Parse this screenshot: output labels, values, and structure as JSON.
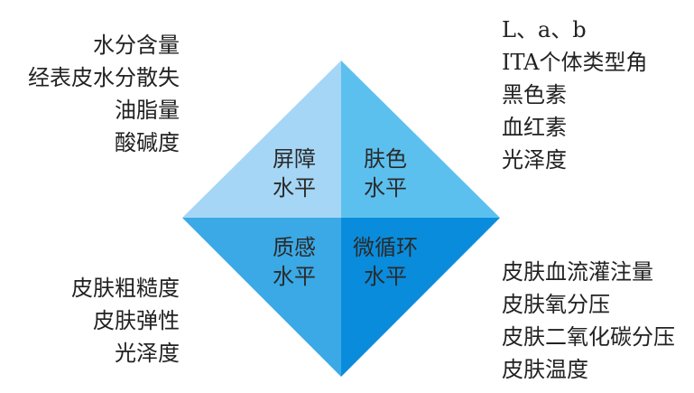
{
  "colors": {
    "top_left": "#a6d6f5",
    "top_right": "#5cc0ef",
    "bottom_left": "#3aa9e6",
    "bottom_right": "#0a8cdc"
  },
  "quadrants": {
    "top_left": {
      "line1": "屏障",
      "line2": "水平"
    },
    "top_right": {
      "line1": "肤色",
      "line2": "水平"
    },
    "bottom_left": {
      "line1": "质感",
      "line2": "水平"
    },
    "bottom_right": {
      "line1": "微循环",
      "line2": "水平"
    }
  },
  "lists": {
    "top_left": [
      "水分含量",
      "经表皮水分散失",
      "油脂量",
      "酸碱度"
    ],
    "top_right": [
      "L、a、b",
      "ITA个体类型角",
      "黑色素",
      "血红素",
      "光泽度"
    ],
    "bottom_left": [
      "皮肤粗糙度",
      "皮肤弹性",
      "光泽度"
    ],
    "bottom_right": [
      "皮肤血流灌注量",
      "皮肤氧分压",
      "皮肤二氧化碳分压",
      "皮肤温度"
    ]
  }
}
